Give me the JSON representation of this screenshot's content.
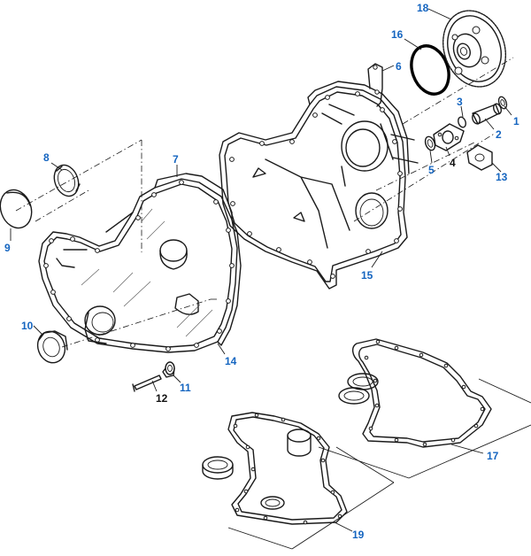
{
  "colors": {
    "callout_blue": "#1565c0",
    "callout_black": "#111111",
    "seal_ring": "#000000"
  },
  "callouts": [
    {
      "id": "1",
      "color": "blue"
    },
    {
      "id": "2",
      "color": "blue"
    },
    {
      "id": "3",
      "color": "blue"
    },
    {
      "id": "4",
      "color": "black"
    },
    {
      "id": "5",
      "color": "blue"
    },
    {
      "id": "6",
      "color": "blue"
    },
    {
      "id": "7",
      "color": "blue"
    },
    {
      "id": "8",
      "color": "blue"
    },
    {
      "id": "9",
      "color": "blue"
    },
    {
      "id": "10",
      "color": "blue"
    },
    {
      "id": "11",
      "color": "blue"
    },
    {
      "id": "12",
      "color": "black"
    },
    {
      "id": "13",
      "color": "blue"
    },
    {
      "id": "14",
      "color": "blue"
    },
    {
      "id": "15",
      "color": "blue"
    },
    {
      "id": "16",
      "color": "blue"
    },
    {
      "id": "17",
      "color": "blue"
    },
    {
      "id": "18",
      "color": "blue"
    },
    {
      "id": "19",
      "color": "blue"
    }
  ]
}
